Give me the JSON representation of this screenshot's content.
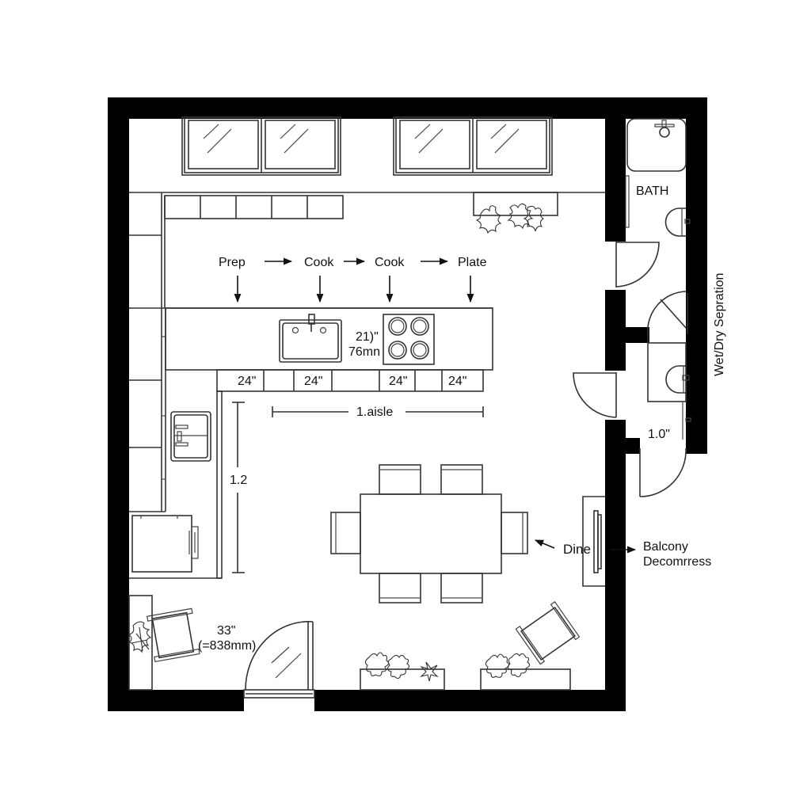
{
  "workflow": {
    "steps": [
      "Prep",
      "Cook",
      "Cook",
      "Plate"
    ]
  },
  "dimensions": {
    "counter_depth_1": "21)\"",
    "counter_depth_2": "76mn",
    "cabinet_widths": [
      "24\"",
      "24\"",
      "24\"",
      "24\""
    ],
    "aisle_label": "1.aisle",
    "side_aisle": "1.2",
    "door_width_in": "33\"",
    "door_width_mm": "(=838mm)",
    "bath_door": "1.0\""
  },
  "rooms": {
    "bath": "BATH",
    "wet_dry": "Wet/Dry Sepration",
    "dine": "Dine",
    "balcony_line1": "Balcony",
    "balcony_line2": "Decomrress"
  },
  "colors": {
    "wall": "#000000",
    "line": "#333333",
    "background": "#ffffff"
  }
}
